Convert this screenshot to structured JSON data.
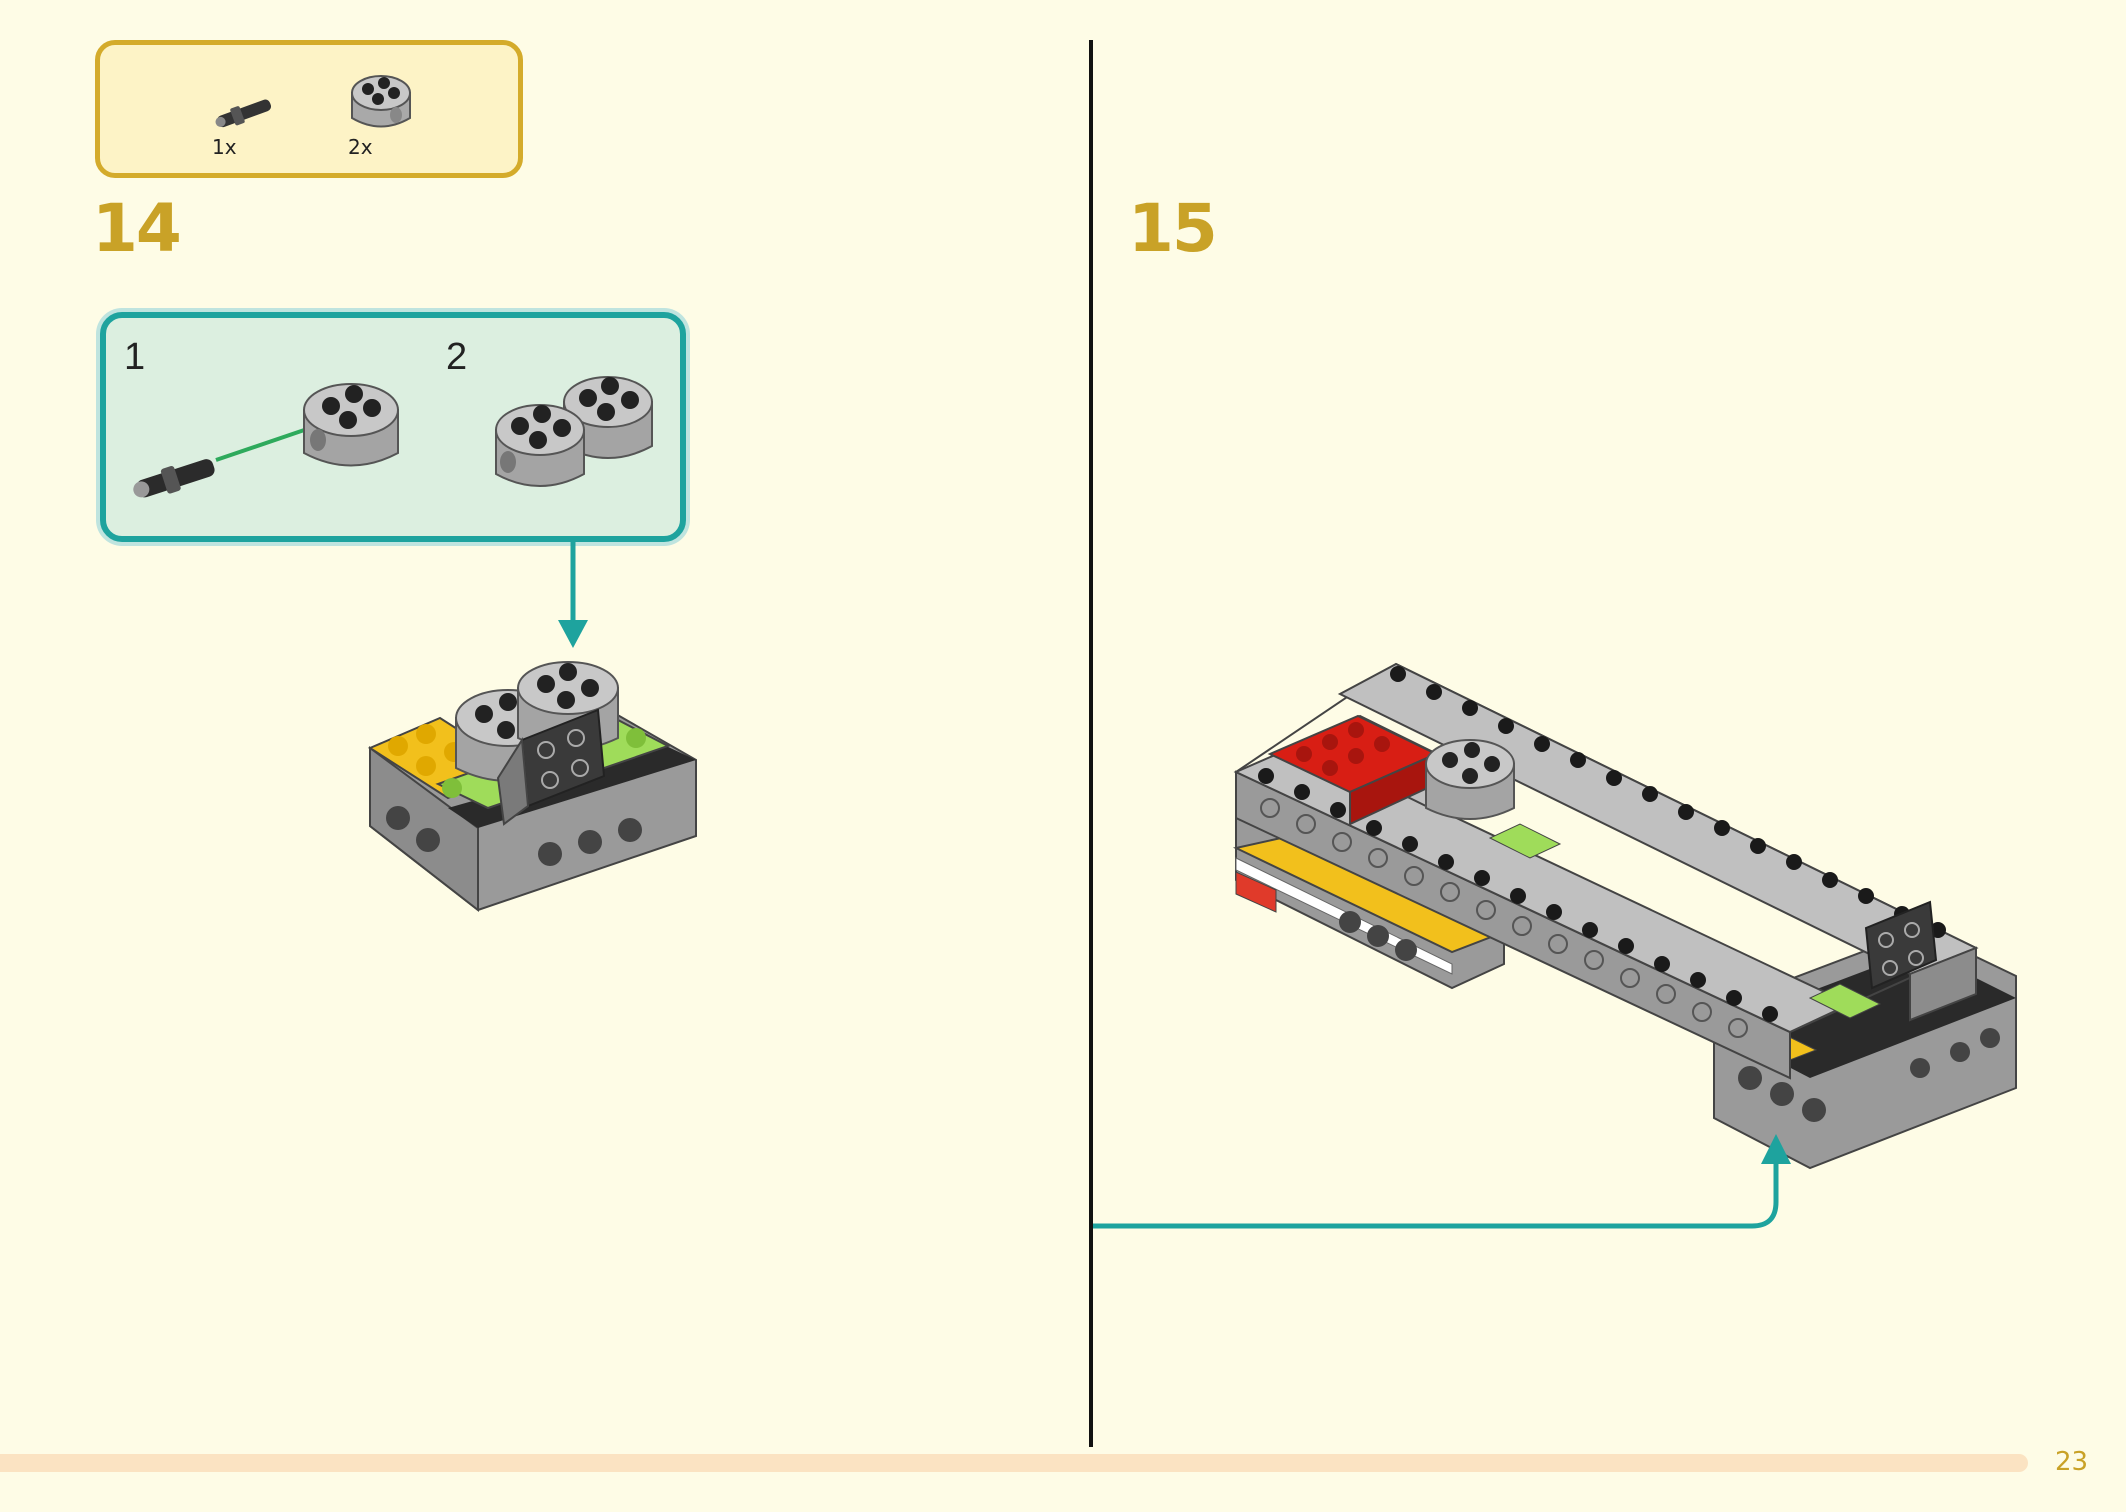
{
  "parts_list": {
    "items": [
      {
        "icon": "connector-peg-icon",
        "qty": "1x"
      },
      {
        "icon": "round-brick-icon",
        "qty": "2x"
      }
    ]
  },
  "step_14": {
    "number": "14",
    "substeps": [
      {
        "number": "1"
      },
      {
        "number": "2"
      }
    ]
  },
  "step_15": {
    "number": "15"
  },
  "colors": {
    "accent": "#c9a227",
    "teal": "#1ea39e",
    "page": "#fefce6",
    "subbox": "#dcefe0"
  },
  "page_number": "23"
}
